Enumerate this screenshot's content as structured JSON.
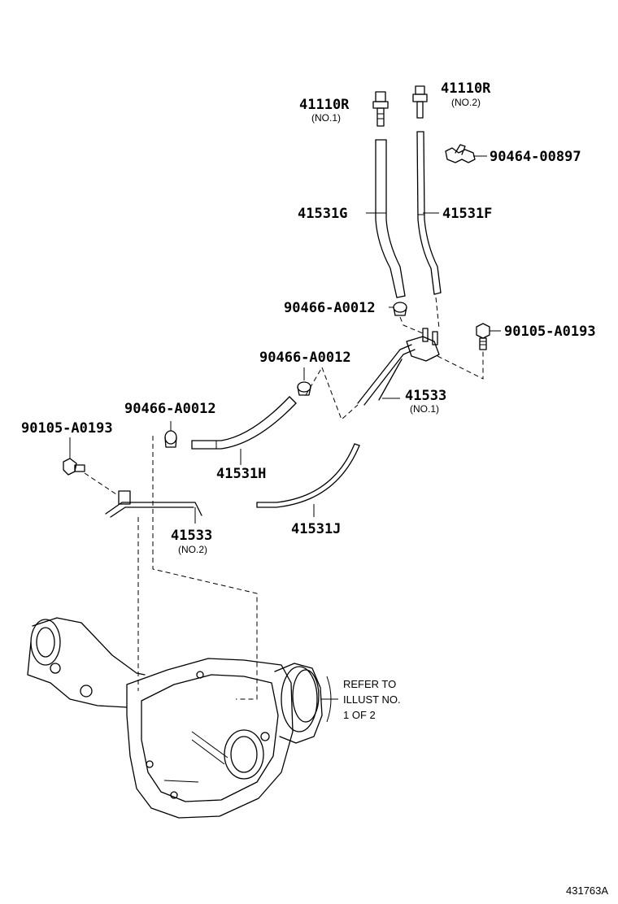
{
  "labels": {
    "l41110r_no1": {
      "part": "41110R",
      "sub": "(NO.1)"
    },
    "l41110r_no2": {
      "part": "41110R",
      "sub": "(NO.2)"
    },
    "l90464": {
      "part": "90464-00897"
    },
    "l41531g": {
      "part": "41531G"
    },
    "l41531f": {
      "part": "41531F"
    },
    "l90466_a": {
      "part": "90466-A0012"
    },
    "l90105_a": {
      "part": "90105-A0193"
    },
    "l90466_b": {
      "part": "90466-A0012"
    },
    "l41533_no1": {
      "part": "41533",
      "sub": "(NO.1)"
    },
    "l90466_c": {
      "part": "90466-A0012"
    },
    "l90105_b": {
      "part": "90105-A0193"
    },
    "l41531h": {
      "part": "41531H"
    },
    "l41531j": {
      "part": "41531J"
    },
    "l41533_no2": {
      "part": "41533",
      "sub": "(NO.2)"
    }
  },
  "note": {
    "line1": "REFER TO",
    "line2": "ILLUST NO.",
    "line3": "1 OF 2"
  },
  "figure_id": "431763A"
}
